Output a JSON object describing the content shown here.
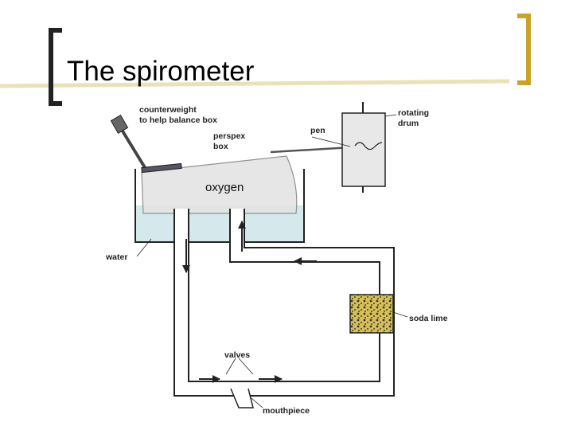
{
  "slide": {
    "title": "The spirometer",
    "accent_color": "#c9a227"
  },
  "diagram": {
    "labels": {
      "counterweight_line1": "counterweight",
      "counterweight_line2": "to help balance box",
      "perspex_line1": "perspex",
      "perspex_line2": "box",
      "pen": "pen",
      "drum_line1": "rotating",
      "drum_line2": "drum",
      "oxygen": "oxygen",
      "water": "water",
      "soda_lime": "soda lime",
      "valves": "valves",
      "mouthpiece": "mouthpiece"
    },
    "colors": {
      "water": "#d5e8ec",
      "box": "#e4e4e4",
      "drum": "#e8e8e8",
      "soda_lime": "#c9b24a",
      "tube": "#ffffff",
      "outline": "#222222"
    }
  }
}
